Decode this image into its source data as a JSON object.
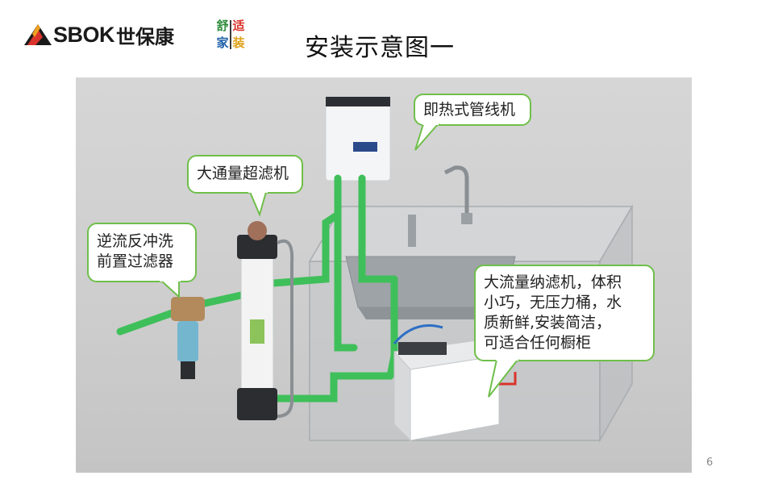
{
  "header": {
    "brand_name": "SBOK",
    "brand_cn": "世保康",
    "badge_chars": [
      "舒",
      "适",
      "家",
      "装"
    ],
    "title": "安装示意图一"
  },
  "callouts": {
    "instant_heater": "即热式管线机",
    "ultrafilter": "大通量超滤机",
    "prefilter_line1": "逆流反冲洗",
    "prefilter_line2": "前置过滤器",
    "nanofilter_line1": "大流量纳滤机，体积",
    "nanofilter_line2": "小巧，无压力桶，水",
    "nanofilter_line3": "质新鲜,安装简洁，",
    "nanofilter_line4": "可适合任何橱柜"
  },
  "page_number": "6",
  "colors": {
    "callout_border": "#6fbf4a",
    "pipe_green": "#3fbf5a",
    "brand_red": "#d9332b"
  }
}
